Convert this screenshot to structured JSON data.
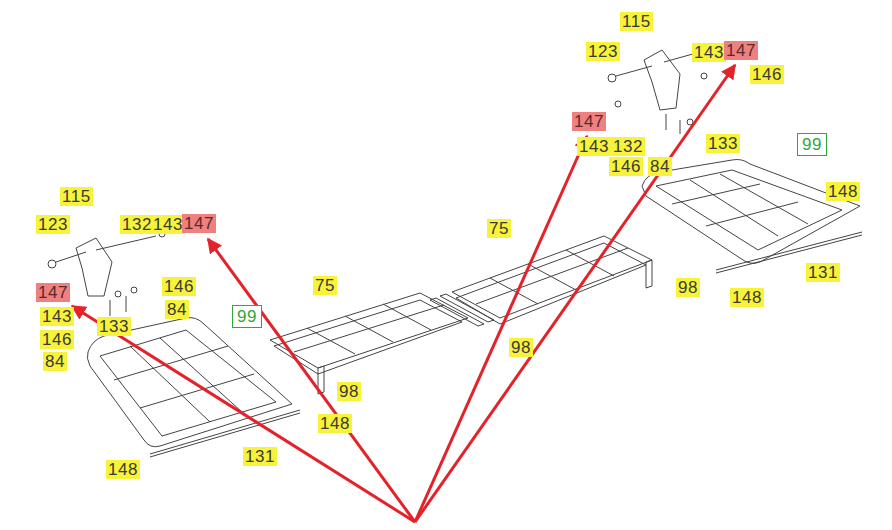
{
  "diagram": {
    "labels": [
      "115",
      "123",
      "132",
      "143",
      "147",
      "147",
      "143",
      "146",
      "84",
      "133",
      "146",
      "84",
      "99",
      "75",
      "98",
      "148",
      "131",
      "148",
      "75",
      "98",
      "98",
      "115",
      "123",
      "143",
      "147",
      "146",
      "147",
      "143",
      "132",
      "146",
      "84",
      "133",
      "99",
      "148",
      "131",
      "148"
    ]
  }
}
